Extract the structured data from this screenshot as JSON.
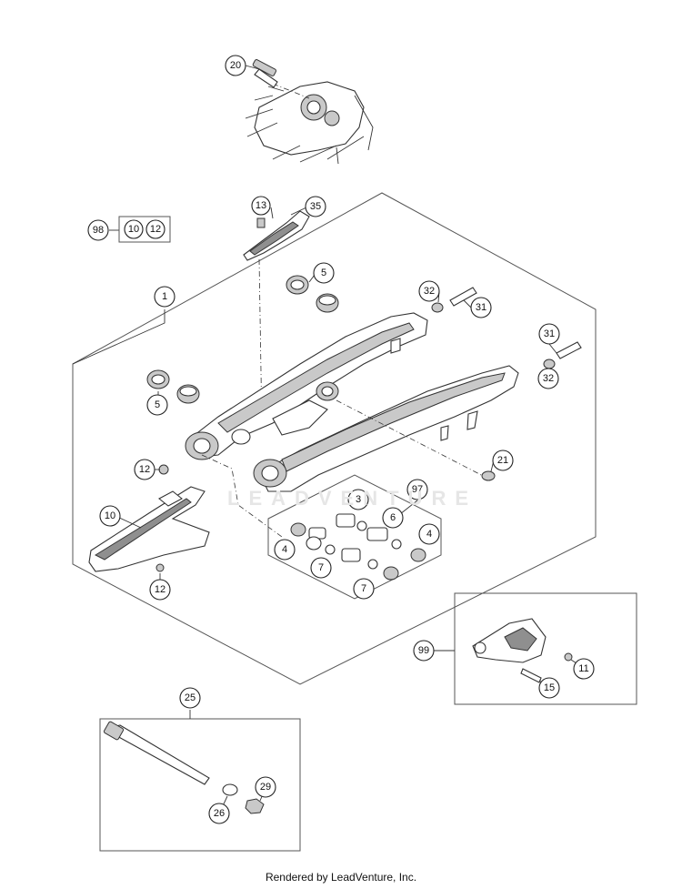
{
  "watermark": "LEADVENTURE",
  "footer": "Rendered by LeadVenture, Inc.",
  "callouts": {
    "c20": "20",
    "c13": "13",
    "c35": "35",
    "c98": "98",
    "c10_kit": "10",
    "c12_kit": "12",
    "c1": "1",
    "c5_top": "5",
    "c32_top": "32",
    "c31_top": "31",
    "c31_right": "31",
    "c32_right": "32",
    "c5_left": "5",
    "c21": "21",
    "c12_upper": "12",
    "c97": "97",
    "c3": "3",
    "c10": "10",
    "c6": "6",
    "c4_left": "4",
    "c4_right": "4",
    "c7_left": "7",
    "c7_right": "7",
    "c12_lower": "12",
    "c99": "99",
    "c11": "11",
    "c15": "15",
    "c25": "25",
    "c29": "29",
    "c26": "26"
  }
}
